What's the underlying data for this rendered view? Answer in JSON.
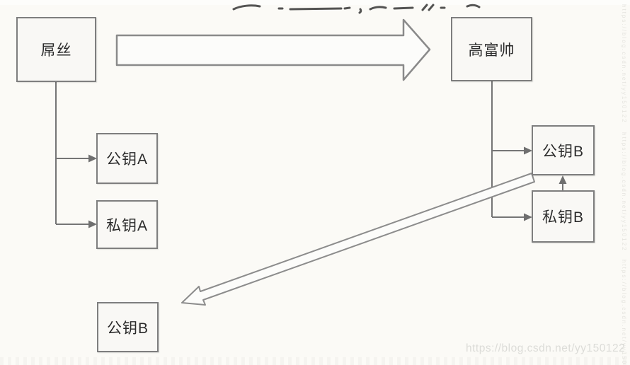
{
  "colors": {
    "bg": "#fbfaf6",
    "box_fill": "#f9f8f5",
    "box_border": "#7e7e7e",
    "connector": "#757575",
    "block_arrow_fill": "#fcfcfa",
    "block_arrow_outline": "#8a8a8a",
    "text": "#2b2b2b",
    "watermark": "#dcdcd8"
  },
  "diagram": {
    "nodes": {
      "diaosi": "屌丝",
      "gaofushuai": "高富帅",
      "public_key_a": "公钥A",
      "private_key_a": "私钥A",
      "public_key_b": "公钥B",
      "private_key_b": "私钥B",
      "public_key_b_received": "公钥B"
    },
    "edges": [
      {
        "from": "diaosi",
        "to": "gaofushuai",
        "style": "large-block-arrow"
      },
      {
        "from": "diaosi",
        "to": "public_key_a",
        "style": "line-arrow"
      },
      {
        "from": "diaosi",
        "to": "private_key_a",
        "style": "line-arrow"
      },
      {
        "from": "gaofushuai",
        "to": "public_key_b",
        "style": "line-arrow"
      },
      {
        "from": "gaofushuai",
        "to": "private_key_b",
        "style": "line-arrow"
      },
      {
        "from": "private_key_b",
        "to": "public_key_b",
        "style": "line-arrow"
      },
      {
        "from": "public_key_b",
        "to": "public_key_b_received",
        "style": "thin-block-arrow"
      }
    ]
  },
  "watermark": {
    "url": "https://blog.csdn.net/yy150122"
  }
}
